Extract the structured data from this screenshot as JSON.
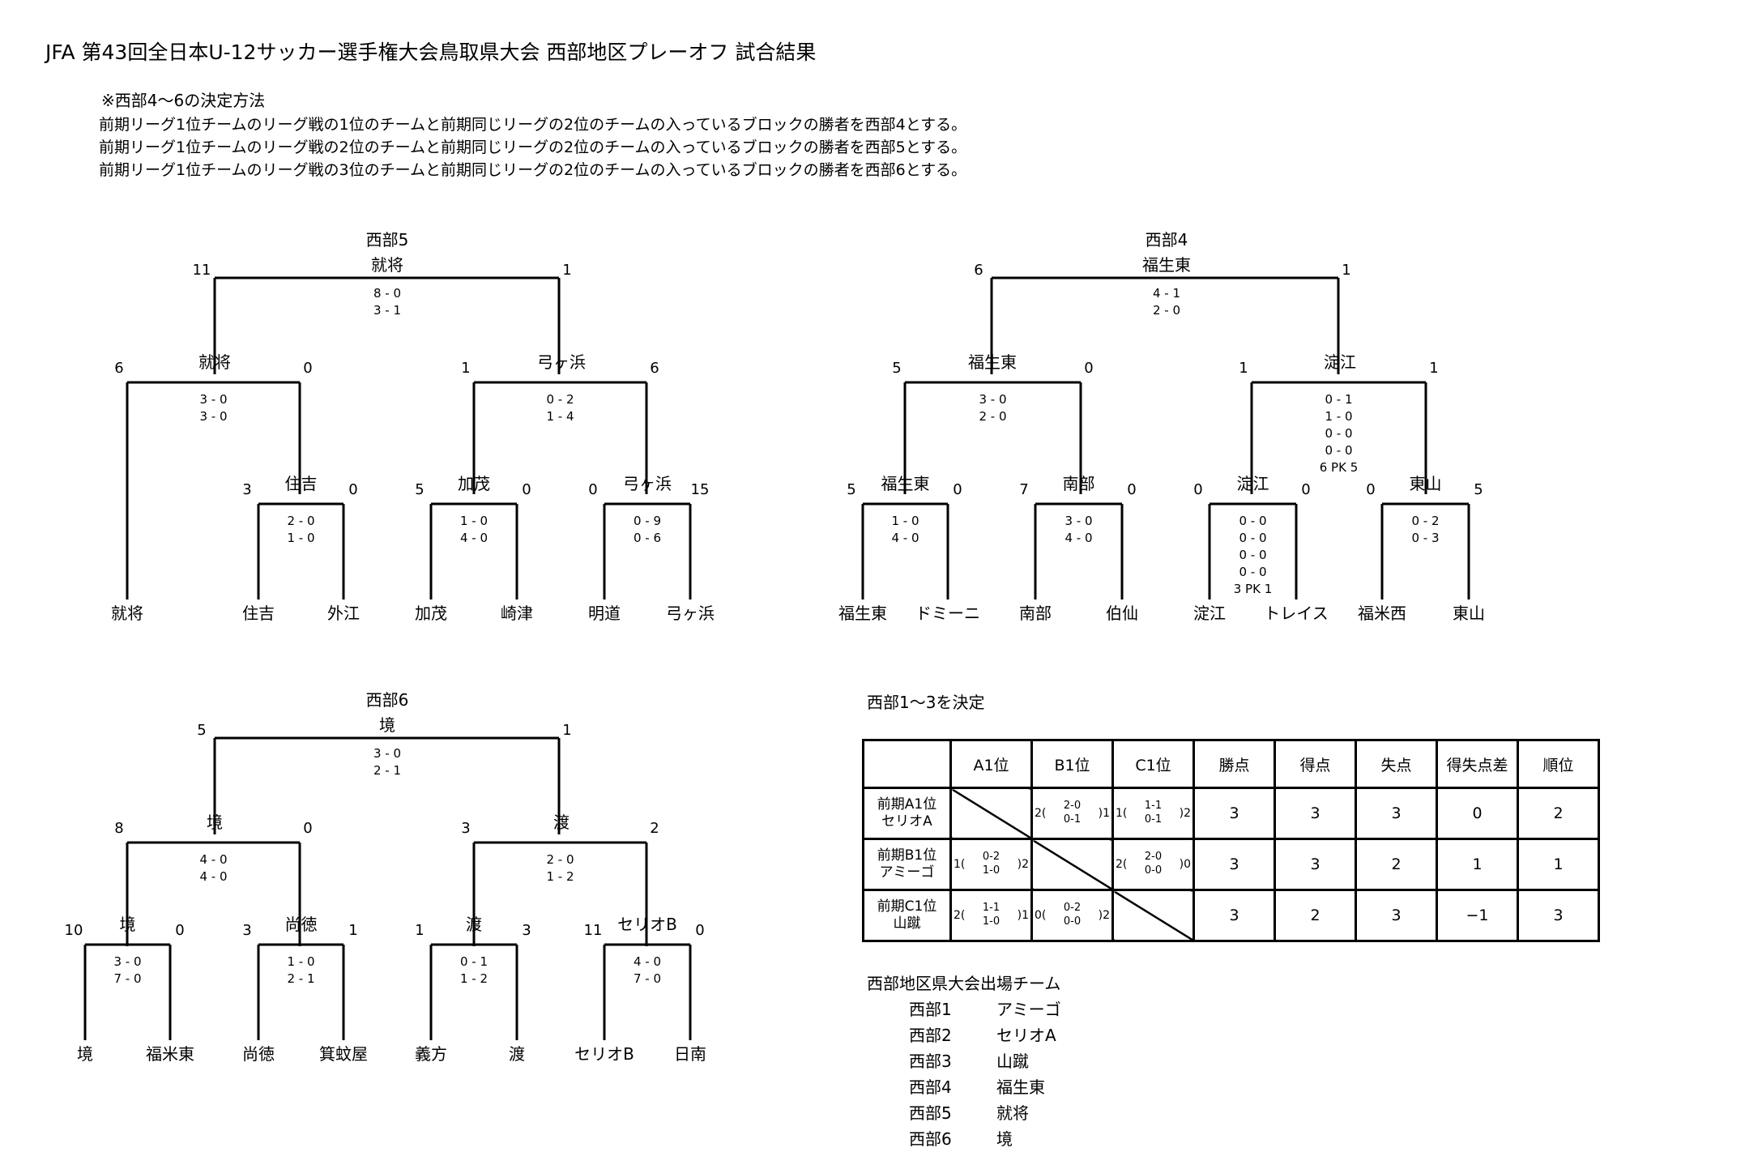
{
  "title": "JFA 第43回全日本U-12サッカー選手権大会鳥取県大会 西部地区プレーオフ 試合結果",
  "notes": {
    "heading": "※西部4～6の決定方法",
    "lines": [
      "前期リーグ1位チームのリーグ戦の1位のチームと前期同じリーグの2位のチームの入っているブロックの勝者を西部4とする。",
      "前期リーグ1位チームのリーグ戦の2位のチームと前期同じリーグの2位のチームの入っているブロックの勝者を西部5とする。",
      "前期リーグ1位チームのリーグ戦の3位のチームと前期同じリーグの2位のチームの入っているブロックの勝者を西部6とする。"
    ]
  },
  "brackets": [
    {
      "name": "西部5",
      "final": {
        "winner": "就将",
        "left": "11",
        "right": "1",
        "s1": "8 - 0",
        "s2": "3 - 1"
      },
      "semis": [
        {
          "winner": "就将",
          "left": "6",
          "right": "0",
          "s1": "3 - 0",
          "s2": "3 - 0"
        },
        {
          "winner": "弓ヶ浜",
          "left": "1",
          "right": "6",
          "s1": "0 - 2",
          "s2": "1 - 4"
        }
      ],
      "quarters": [
        {
          "winner": "住吉",
          "left": "3",
          "right": "0",
          "scores": [
            "2 - 0",
            "1 - 0"
          ]
        },
        {
          "winner": "加茂",
          "left": "5",
          "right": "0",
          "scores": [
            "1 - 0",
            "4 - 0"
          ]
        },
        {
          "winner": "弓ヶ浜",
          "left": "0",
          "right": "15",
          "scores": [
            "0 - 9",
            "0 - 6"
          ]
        }
      ],
      "teams": [
        "就将",
        "住吉",
        "外江",
        "加茂",
        "崎津",
        "明道",
        "弓ヶ浜"
      ]
    },
    {
      "name": "西部4",
      "final": {
        "winner": "福生東",
        "left": "6",
        "right": "1",
        "s1": "4 - 1",
        "s2": "2 - 0"
      },
      "semis": [
        {
          "winner": "福生東",
          "left": "5",
          "right": "0",
          "s1": "3 - 0",
          "s2": "2 - 0"
        },
        {
          "winner": "淀江",
          "left": "1",
          "right": "1",
          "scores": [
            "0 - 1",
            "1 - 0",
            "0 - 0",
            "0 - 0",
            "6 PK 5"
          ]
        }
      ],
      "quarters": [
        {
          "winner": "福生東",
          "left": "5",
          "right": "0",
          "scores": [
            "1 - 0",
            "4 - 0"
          ]
        },
        {
          "winner": "南部",
          "left": "7",
          "right": "0",
          "scores": [
            "3 - 0",
            "4 - 0"
          ]
        },
        {
          "winner": "淀江",
          "left": "0",
          "right": "0",
          "scores": [
            "0 - 0",
            "0 - 0",
            "0 - 0",
            "0 - 0",
            "3 PK 1"
          ]
        },
        {
          "winner": "東山",
          "left": "0",
          "right": "5",
          "scores": [
            "0 - 2",
            "0 - 3"
          ]
        }
      ],
      "teams": [
        "福生東",
        "ドミーニ",
        "南部",
        "伯仙",
        "淀江",
        "トレイス",
        "福米西",
        "東山"
      ]
    },
    {
      "name": "西部6",
      "final": {
        "winner": "境",
        "left": "5",
        "right": "1",
        "s1": "3 - 0",
        "s2": "2 - 1"
      },
      "semis": [
        {
          "winner": "境",
          "left": "8",
          "right": "0",
          "s1": "4 - 0",
          "s2": "4 - 0"
        },
        {
          "winner": "渡",
          "left": "3",
          "right": "2",
          "s1": "2 - 0",
          "s2": "1 - 2"
        }
      ],
      "quarters": [
        {
          "winner": "境",
          "left": "10",
          "right": "0",
          "scores": [
            "3 - 0",
            "7 - 0"
          ]
        },
        {
          "winner": "尚徳",
          "left": "3",
          "right": "1",
          "scores": [
            "1 - 0",
            "2 - 1"
          ]
        },
        {
          "winner": "渡",
          "left": "1",
          "right": "3",
          "scores": [
            "0 - 1",
            "1 - 2"
          ]
        },
        {
          "winner": "セリオB",
          "left": "11",
          "right": "0",
          "scores": [
            "4 - 0",
            "7 - 0"
          ]
        }
      ],
      "teams": [
        "境",
        "福米東",
        "尚徳",
        "箕蚊屋",
        "義方",
        "渡",
        "セリオB",
        "日南"
      ]
    }
  ],
  "standings": {
    "title": "西部1～3を決定",
    "headers": [
      "",
      "A1位",
      "B1位",
      "C1位",
      "勝点",
      "得点",
      "失点",
      "得失点差",
      "順位"
    ],
    "rows": [
      {
        "label1": "前期A1位",
        "label2": "セリオA",
        "cells": [
          null,
          {
            "l": "2(",
            "s1": "2-0",
            "s2": "0-1",
            "r": ")1"
          },
          {
            "l": "1(",
            "s1": "1-1",
            "s2": "0-1",
            "r": ")2"
          }
        ],
        "pts": "3",
        "gf": "3",
        "ga": "3",
        "gd": "0",
        "rank": "2"
      },
      {
        "label1": "前期B1位",
        "label2": "アミーゴ",
        "cells": [
          {
            "l": "1(",
            "s1": "0-2",
            "s2": "1-0",
            "r": ")2"
          },
          null,
          {
            "l": "2(",
            "s1": "2-0",
            "s2": "0-0",
            "r": ")0"
          }
        ],
        "pts": "3",
        "gf": "3",
        "ga": "2",
        "gd": "1",
        "rank": "1"
      },
      {
        "label1": "前期C1位",
        "label2": "山蹴",
        "cells": [
          {
            "l": "2(",
            "s1": "1-1",
            "s2": "1-0",
            "r": ")1"
          },
          {
            "l": "0(",
            "s1": "0-2",
            "s2": "0-0",
            "r": ")2"
          },
          null
        ],
        "pts": "3",
        "gf": "2",
        "ga": "3",
        "gd": "−1",
        "rank": "3"
      }
    ]
  },
  "qualified": {
    "title": "西部地区県大会出場チーム",
    "rows": [
      {
        "slot": "西部1",
        "team": "アミーゴ"
      },
      {
        "slot": "西部2",
        "team": "セリオA"
      },
      {
        "slot": "西部3",
        "team": "山蹴"
      },
      {
        "slot": "西部4",
        "team": "福生東"
      },
      {
        "slot": "西部5",
        "team": "就将"
      },
      {
        "slot": "西部6",
        "team": "境"
      }
    ]
  }
}
